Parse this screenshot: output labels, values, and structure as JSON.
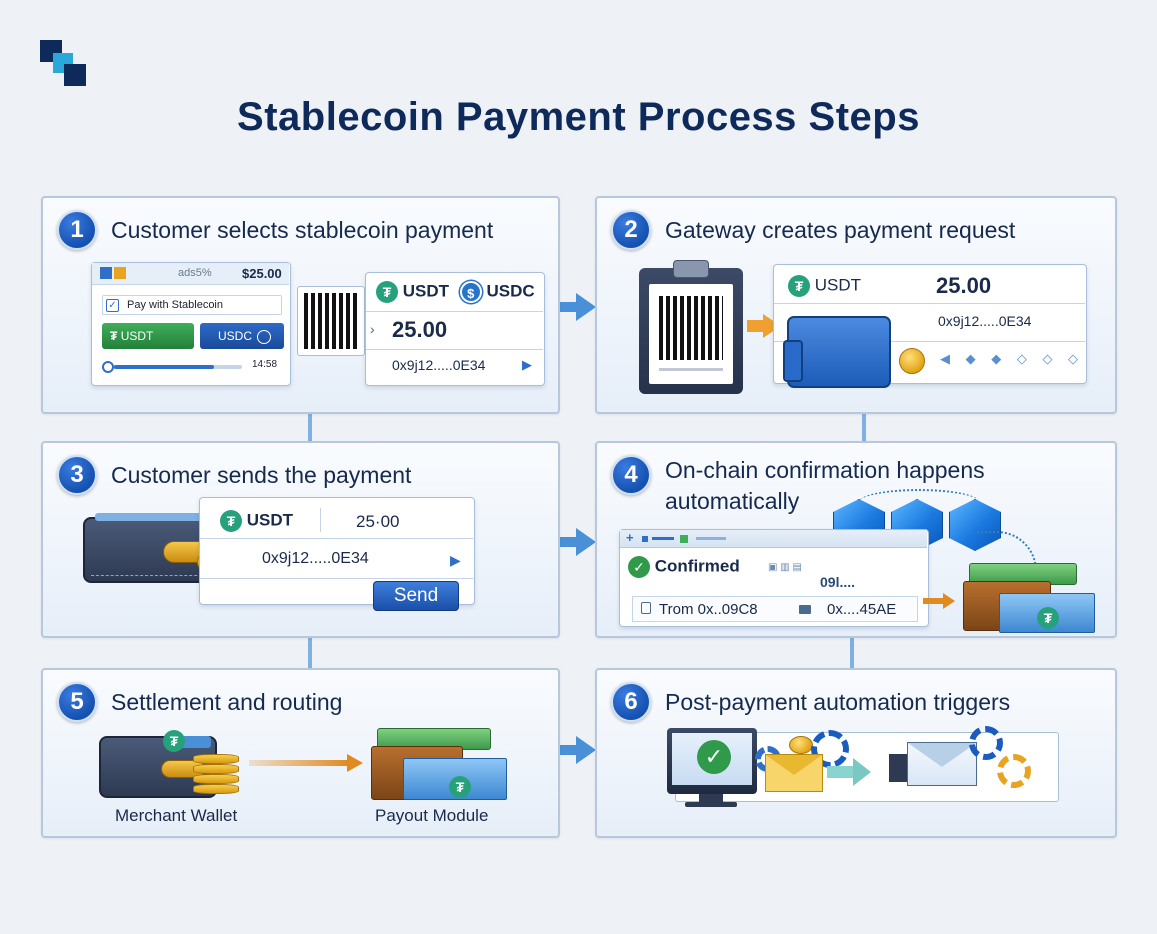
{
  "title": "Stablecoin Payment Process Steps",
  "steps": [
    {
      "number": "1",
      "title": "Customer selects stablecoin payment",
      "checkout": {
        "top_percent": "ads5%",
        "amount": "$25.00",
        "checkbox_label": "Pay with Stablecoin",
        "usdt_button": "USDT",
        "usdc_button": "USDC",
        "slider_value": "14:58"
      },
      "invoice": {
        "coin1": "USDT",
        "coin2": "USDC",
        "amount": "25.00",
        "address": "0x9j12.....0E34"
      }
    },
    {
      "number": "2",
      "title": "Gateway creates payment request",
      "request": {
        "coin": "USDT",
        "amount": "25.00",
        "address": "0x9j12.....0E34"
      }
    },
    {
      "number": "3",
      "title": "Customer sends the payment",
      "send": {
        "coin": "USDT",
        "amount": "25·00",
        "address": "0x9j12.....0E34",
        "button": "Send"
      }
    },
    {
      "number": "4",
      "title_line1": "On-chain confirmation happens",
      "title_line2": "automatically",
      "confirm": {
        "status": "Confirmed",
        "hash": "09l....",
        "from": "Trom 0x..09C8",
        "to": "0x....45AE"
      }
    },
    {
      "number": "5",
      "title": "Settlement and routing",
      "left_label": "Merchant Wallet",
      "right_label": "Payout Module"
    },
    {
      "number": "6",
      "title": "Post-payment automation triggers"
    }
  ],
  "colors": {
    "accent_blue": "#1451b0",
    "tether_green": "#26a17b",
    "usdc_blue": "#2775ca",
    "title_navy": "#0e2a5a"
  }
}
